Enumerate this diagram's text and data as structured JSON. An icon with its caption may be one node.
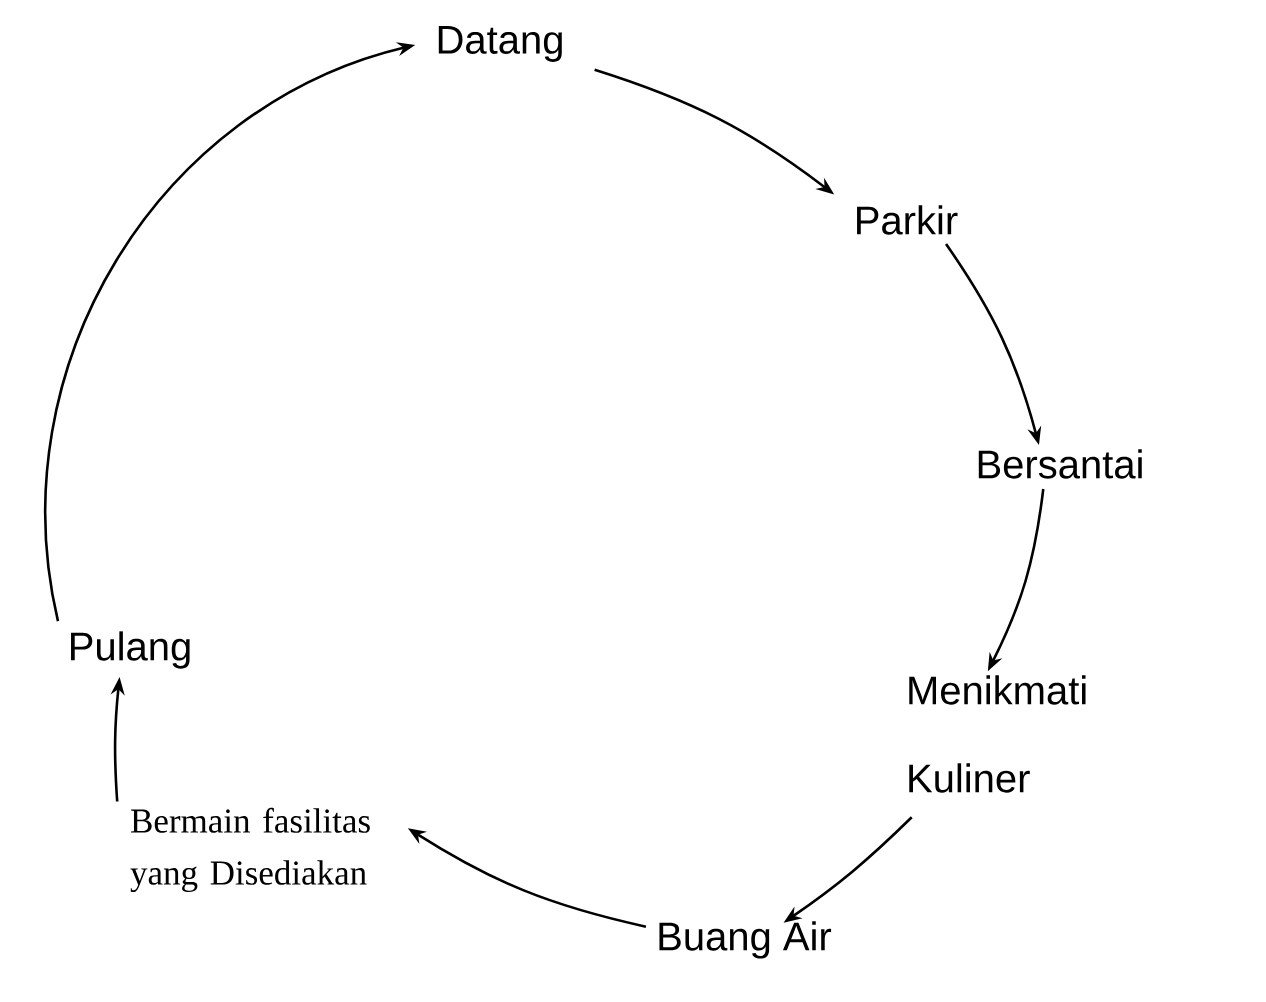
{
  "diagram": {
    "nodes": [
      {
        "text": [
          "Datang"
        ]
      },
      {
        "text": [
          "Parkir"
        ]
      },
      {
        "text": [
          "Bersantai"
        ]
      },
      {
        "text": [
          "Menikmati Kuliner"
        ]
      },
      {
        "text": [
          "Buang Air"
        ]
      },
      {
        "text": [
          "Bermain fasilitas yang Disediakan"
        ]
      },
      {
        "text": [
          "Pulang"
        ]
      }
    ],
    "edges": [
      {
        "from": 0,
        "to": 1,
        "arrow": "to"
      },
      {
        "from": 1,
        "to": 2,
        "arrow": "to"
      },
      {
        "from": 2,
        "to": 3,
        "arrow": "to"
      },
      {
        "from": 3,
        "to": 4,
        "arrow": "to"
      },
      {
        "from": 4,
        "to": 5,
        "arrow": "to"
      },
      {
        "from": 5,
        "to": 6,
        "arrow": "to"
      },
      {
        "from": 6,
        "to": 0,
        "arrow": "to"
      }
    ]
  }
}
